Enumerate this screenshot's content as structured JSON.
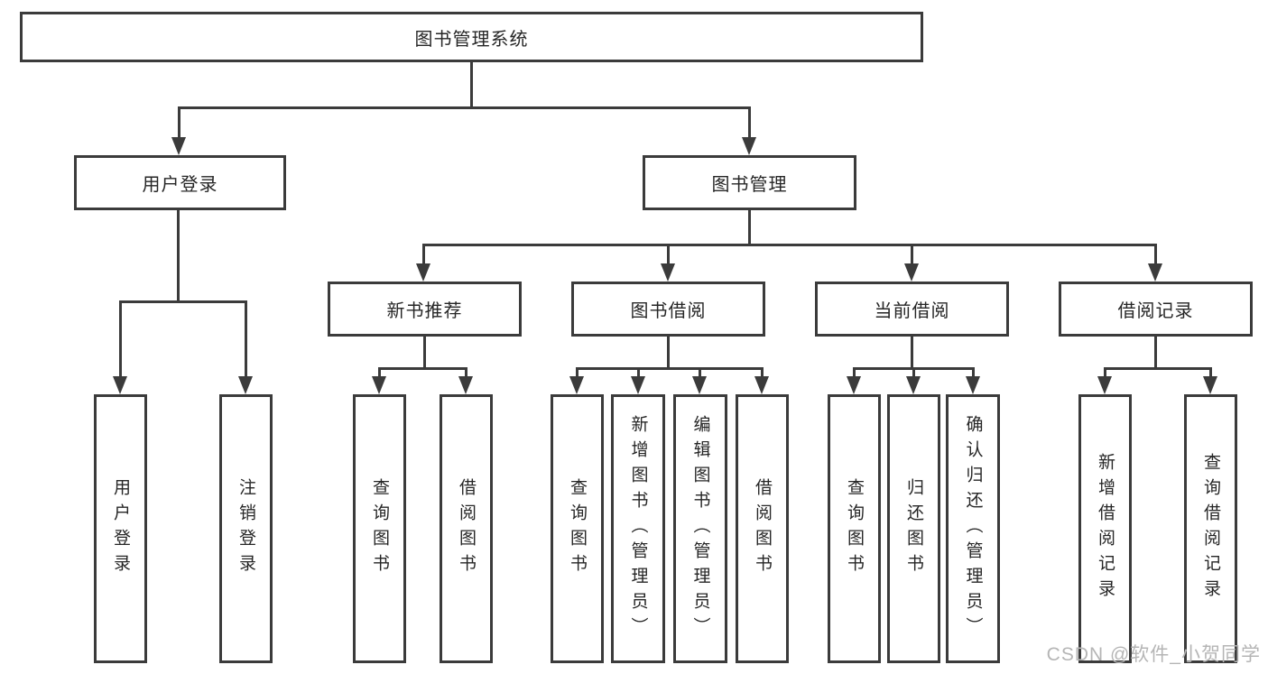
{
  "diagram": {
    "title": "图书管理系统",
    "root": {
      "label": "图书管理系统"
    },
    "level2": [
      {
        "label": "用户登录"
      },
      {
        "label": "图书管理"
      }
    ],
    "level3": [
      {
        "label": "新书推荐"
      },
      {
        "label": "图书借阅"
      },
      {
        "label": "当前借阅"
      },
      {
        "label": "借阅记录"
      }
    ],
    "leaves": {
      "login": [
        {
          "label": "用户登录"
        },
        {
          "label": "注销登录"
        }
      ],
      "newbook": [
        {
          "label": "查询图书"
        },
        {
          "label": "借阅图书"
        }
      ],
      "borrow": [
        {
          "label": "查询图书"
        },
        {
          "label": "新增图书（管理员）"
        },
        {
          "label": "编辑图书（管理员）"
        },
        {
          "label": "借阅图书"
        }
      ],
      "current": [
        {
          "label": "查询图书"
        },
        {
          "label": "归还图书"
        },
        {
          "label": "确认归还（管理员）"
        }
      ],
      "records": [
        {
          "label": "新增借阅记录"
        },
        {
          "label": "查询借阅记录"
        }
      ]
    }
  },
  "watermark": {
    "text": "CSDN @软件_小贺同学"
  },
  "colors": {
    "line": "#3b3b3b",
    "text": "#262626",
    "watermark": "#b5b5b5",
    "background": "#ffffff"
  }
}
